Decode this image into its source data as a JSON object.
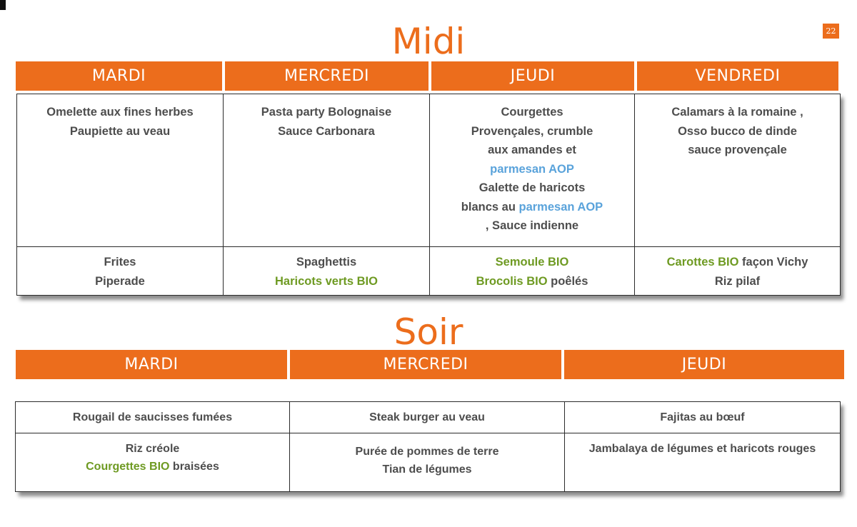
{
  "page_number": "22",
  "colors": {
    "accent": "#ec6d1c",
    "text": "#4d4d4d",
    "aop": "#5aa3db",
    "bio": "#6e9a22"
  },
  "midi": {
    "title": "Midi",
    "days": [
      "MARDI",
      "MERCREDI",
      "JEUDI",
      "VENDREDI"
    ],
    "main": {
      "mardi": [
        "Omelette aux fines herbes",
        "Paupiette au veau"
      ],
      "mercredi": [
        "Pasta party Bolognaise",
        "Sauce Carbonara"
      ],
      "jeudi": {
        "line1": "Courgettes",
        "line2": "Provençales, crumble",
        "line3": "aux amandes et",
        "line4": "parmesan AOP",
        "line5": "Galette de haricots",
        "line6a": "blancs au ",
        "line6b": "parmesan AOP",
        "line7": ", Sauce indienne"
      },
      "vendredi": [
        "Calamars à la romaine ,",
        "Osso bucco de dinde",
        "sauce provençale"
      ]
    },
    "sides": {
      "mardi": [
        "Frites",
        "Piperade"
      ],
      "mercredi": {
        "line1": "Spaghettis",
        "line2": "Haricots verts BIO"
      },
      "jeudi": {
        "line1": "Semoule BIO",
        "line2a": "Brocolis BIO",
        "line2b": " poêlés"
      },
      "vendredi": {
        "line1a": "Carottes BIO",
        "line1b": " façon Vichy",
        "line2": "Riz pilaf"
      }
    }
  },
  "soir": {
    "title": "Soir",
    "days": [
      "MARDI",
      "MERCREDI",
      "JEUDI"
    ],
    "main": [
      "Rougail de saucisses fumées",
      "Steak burger au veau",
      "Fajitas au bœuf"
    ],
    "sides": {
      "mardi": {
        "line1": "Riz créole",
        "line2a": "Courgettes BIO",
        "line2b": " braisées"
      },
      "mercredi": [
        "Purée de pommes de terre",
        "Tian de légumes"
      ],
      "jeudi": [
        "Jambalaya de légumes et haricots rouges"
      ]
    }
  }
}
